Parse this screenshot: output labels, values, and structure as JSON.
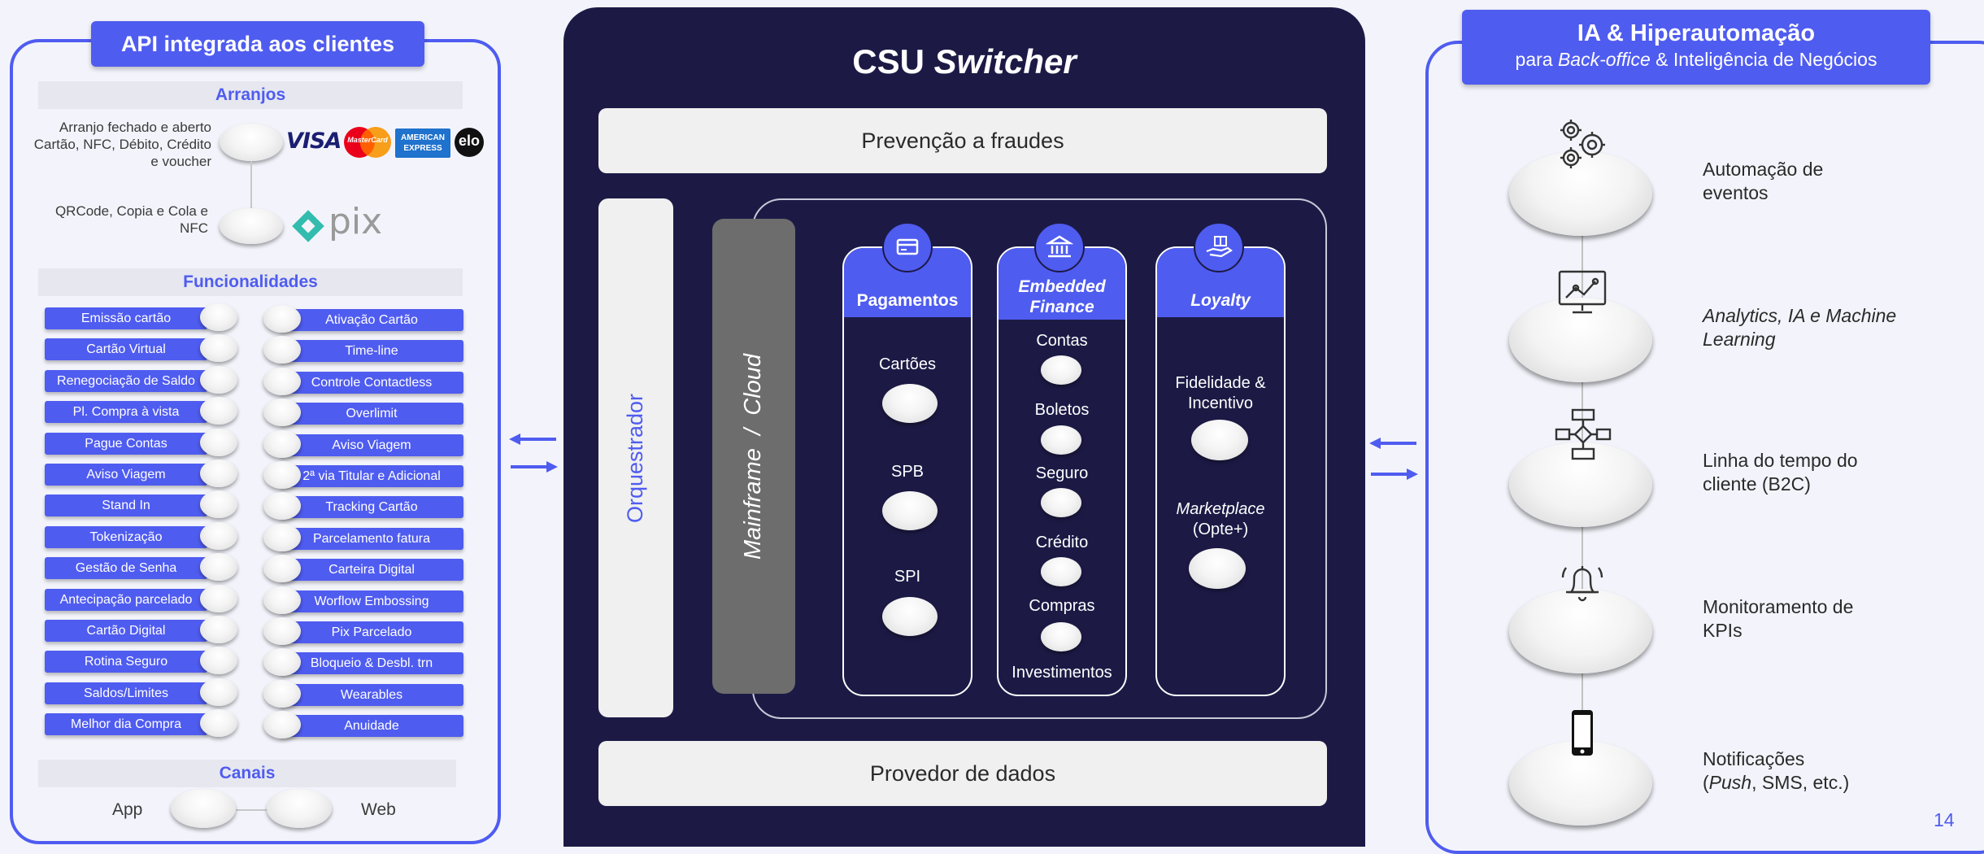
{
  "left": {
    "title": "API integrada aos clientes",
    "arranjos_title": "Arranjos",
    "arranjo_1_text": "Arranjo fechado e aberto Cartão, NFC, Débito, Crédito e voucher",
    "arranjo_2_text": "QRCode,  Copia e Cola e NFC",
    "brands": {
      "visa": "VISA",
      "mastercard": "MasterCard",
      "amex": "AMERICAN EXPRESS",
      "elo": "elo",
      "pix": "pix"
    },
    "funcionalidades_title": "Funcionalidades",
    "left_items": [
      "Emissão cartão",
      "Cartão Virtual",
      "Renegociação de Saldo",
      "Pl. Compra à vista",
      "Pague Contas",
      "Aviso Viagem",
      "Stand In",
      "Tokenização",
      "Gestão de Senha",
      "Antecipação parcelado",
      "Cartão Digital",
      "Rotina Seguro",
      "Saldos/Limites",
      "Melhor dia Compra"
    ],
    "right_items": [
      "Ativação Cartão",
      "Time-line",
      "Controle Contactless",
      "Overlimit",
      "Aviso Viagem",
      "2ª via Titular e Adicional",
      "Tracking Cartão",
      "Parcelamento fatura",
      "Carteira Digital",
      "Worflow Embossing",
      "Pix Parcelado",
      "Bloqueio & Desbl. trn",
      "Wearables",
      "Anuidade"
    ],
    "canais_title": "Canais",
    "canal_app": "App",
    "canal_web": "Web"
  },
  "center": {
    "title_main": "CSU",
    "title_italic": "Switcher",
    "top_bar": "Prevenção a fraudes",
    "bottom_bar": "Provedor de dados",
    "orquestrador": "Orquestrador",
    "mainframe": "Mainframe  /  Cloud",
    "pagamentos": {
      "title": "Pagamentos",
      "items": [
        "Cartões",
        "SPB",
        "SPI"
      ]
    },
    "embedded": {
      "title_line1": "Embedded",
      "title_line2": "Finance",
      "items": [
        "Contas",
        "Boletos",
        "Seguro",
        "Crédito",
        "Compras",
        "Investimentos"
      ]
    },
    "loyalty": {
      "title": "Loyalty",
      "item1_line1": "Fidelidade &",
      "item1_line2": "Incentivo",
      "item2_line1": "Marketplace",
      "item2_line2": "(Opte+)"
    }
  },
  "right": {
    "title": "IA & Hiperautomação",
    "subtitle_pre": "para ",
    "subtitle_italic": "Back-office",
    "subtitle_post": " & Inteligência de Negócios",
    "items": [
      {
        "icon": "gears-icon",
        "line1": "Automação de",
        "line2": "eventos"
      },
      {
        "icon": "analytics-icon",
        "line1": "Analytics, IA e Machine",
        "line2": "Learning"
      },
      {
        "icon": "flowchart-icon",
        "line1": "Linha do tempo do",
        "line2": "cliente (B2C)"
      },
      {
        "icon": "bell-icon",
        "line1": "Monitoramento de",
        "line2": "KPIs"
      },
      {
        "icon": "phone-icon",
        "line1": "Notificações",
        "line2_pre": "(",
        "line2_italic": "Push",
        "line2_post": ", SMS, etc.)"
      }
    ]
  },
  "page_number": "14",
  "colors": {
    "accent": "#4f5cf0",
    "dark": "#1c1a45",
    "background": "#f3f4fb"
  }
}
